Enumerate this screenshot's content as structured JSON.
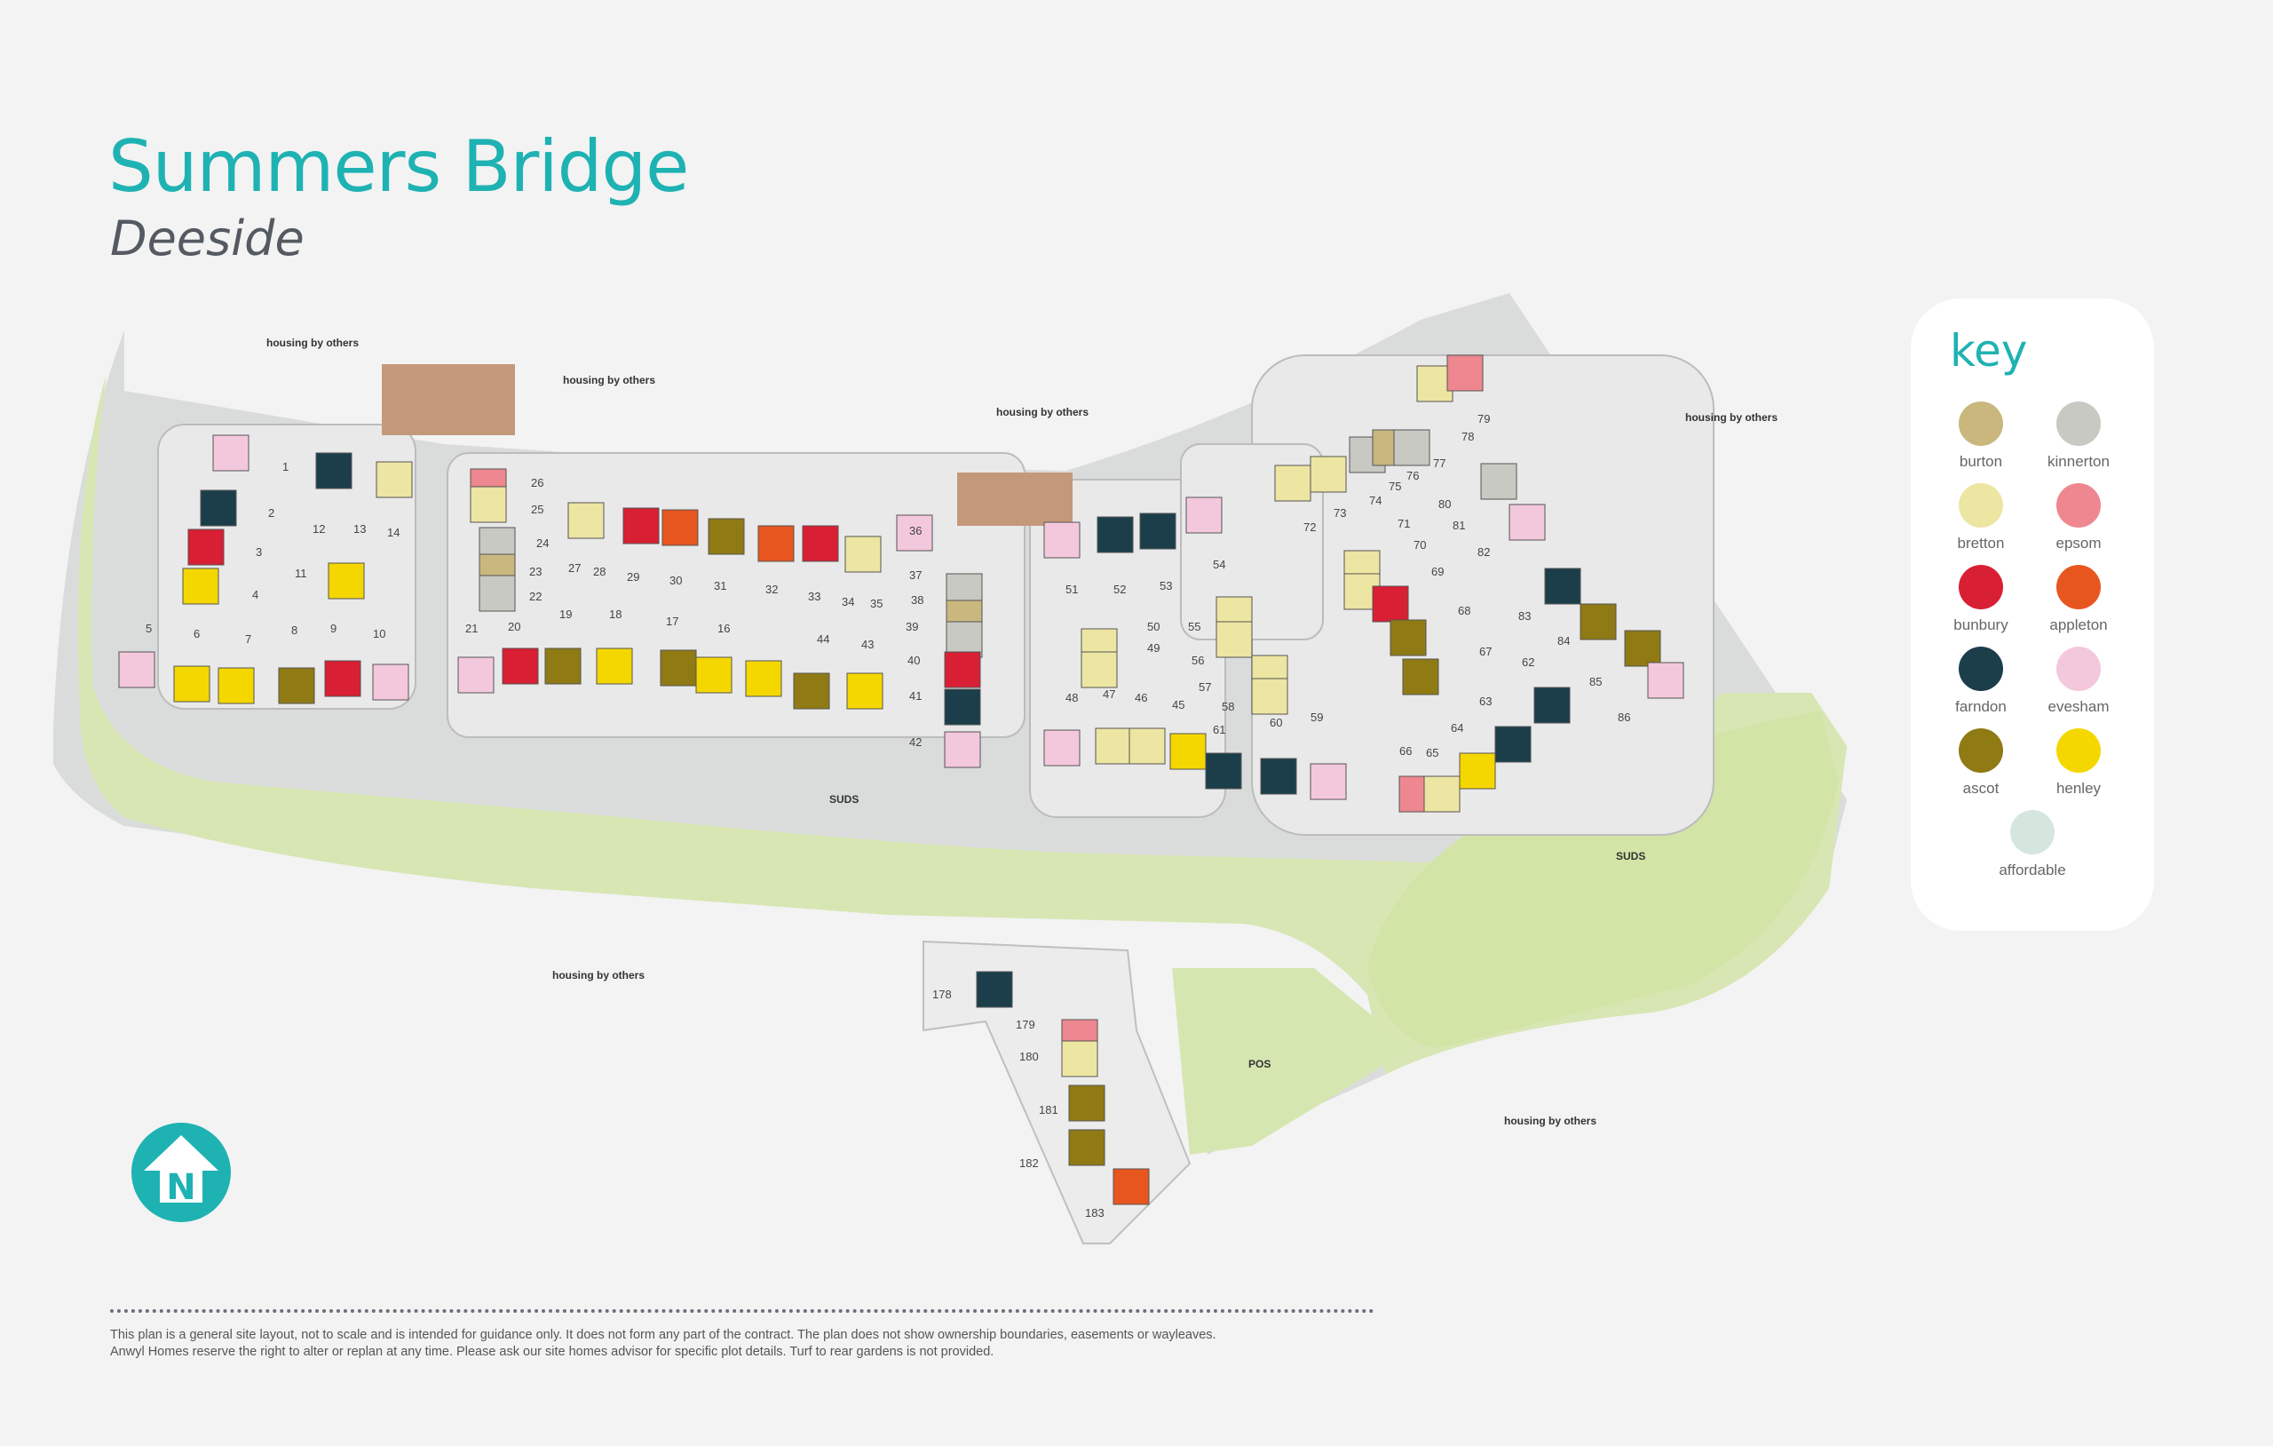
{
  "header": {
    "title": "Summers Bridge",
    "subtitle": "Deeside"
  },
  "map_labels": {
    "housing_1": "housing by others",
    "housing_2": "housing by others",
    "housing_3": "housing by others",
    "housing_4": "housing by others",
    "housing_5": "housing by others",
    "housing_6": "housing by others",
    "suds_1": "SUDS",
    "suds_2": "SUDS",
    "pos": "POS"
  },
  "key": {
    "title": "key",
    "items": [
      {
        "name": "burton",
        "color": "#c9b77e"
      },
      {
        "name": "kinnerton",
        "color": "#c8c9c2"
      },
      {
        "name": "bretton",
        "color": "#ede5a2"
      },
      {
        "name": "epsom",
        "color": "#ee8790"
      },
      {
        "name": "bunbury",
        "color": "#d81f33"
      },
      {
        "name": "appleton",
        "color": "#e8561f"
      },
      {
        "name": "farndon",
        "color": "#1b3e4a"
      },
      {
        "name": "evesham",
        "color": "#f3c8dc"
      },
      {
        "name": "ascot",
        "color": "#8f7a14"
      },
      {
        "name": "henley",
        "color": "#f5d700"
      },
      {
        "name": "affordable",
        "color": "#d5e6df"
      }
    ]
  },
  "plots": [
    {
      "n": "1",
      "house": "evesham"
    },
    {
      "n": "2",
      "house": "farndon"
    },
    {
      "n": "3",
      "house": "bunbury"
    },
    {
      "n": "4",
      "house": "henley"
    },
    {
      "n": "5",
      "house": ""
    },
    {
      "n": "6",
      "house": ""
    },
    {
      "n": "7",
      "house": ""
    },
    {
      "n": "8",
      "house": ""
    },
    {
      "n": "9",
      "house": ""
    },
    {
      "n": "10",
      "house": ""
    },
    {
      "n": "11",
      "house": ""
    },
    {
      "n": "12",
      "house": ""
    },
    {
      "n": "13",
      "house": ""
    },
    {
      "n": "14",
      "house": ""
    },
    {
      "n": "16",
      "house": ""
    },
    {
      "n": "17",
      "house": ""
    },
    {
      "n": "18",
      "house": ""
    },
    {
      "n": "19",
      "house": ""
    },
    {
      "n": "20",
      "house": ""
    },
    {
      "n": "21",
      "house": ""
    },
    {
      "n": "22",
      "house": ""
    },
    {
      "n": "23",
      "house": ""
    },
    {
      "n": "24",
      "house": ""
    },
    {
      "n": "25",
      "house": ""
    },
    {
      "n": "26",
      "house": ""
    },
    {
      "n": "27",
      "house": ""
    },
    {
      "n": "28",
      "house": ""
    },
    {
      "n": "29",
      "house": ""
    },
    {
      "n": "30",
      "house": ""
    },
    {
      "n": "31",
      "house": ""
    },
    {
      "n": "32",
      "house": ""
    },
    {
      "n": "33",
      "house": ""
    },
    {
      "n": "34",
      "house": ""
    },
    {
      "n": "35",
      "house": ""
    },
    {
      "n": "36",
      "house": ""
    },
    {
      "n": "37",
      "house": ""
    },
    {
      "n": "38",
      "house": ""
    },
    {
      "n": "39",
      "house": ""
    },
    {
      "n": "40",
      "house": ""
    },
    {
      "n": "41",
      "house": ""
    },
    {
      "n": "42",
      "house": ""
    },
    {
      "n": "43",
      "house": ""
    },
    {
      "n": "44",
      "house": ""
    },
    {
      "n": "45",
      "house": ""
    },
    {
      "n": "46",
      "house": ""
    },
    {
      "n": "47",
      "house": ""
    },
    {
      "n": "48",
      "house": ""
    },
    {
      "n": "49",
      "house": ""
    },
    {
      "n": "50",
      "house": ""
    },
    {
      "n": "51",
      "house": ""
    },
    {
      "n": "52",
      "house": ""
    },
    {
      "n": "53",
      "house": ""
    },
    {
      "n": "54",
      "house": ""
    },
    {
      "n": "55",
      "house": ""
    },
    {
      "n": "56",
      "house": ""
    },
    {
      "n": "57",
      "house": ""
    },
    {
      "n": "58",
      "house": ""
    },
    {
      "n": "59",
      "house": ""
    },
    {
      "n": "60",
      "house": ""
    },
    {
      "n": "61",
      "house": ""
    },
    {
      "n": "62",
      "house": ""
    },
    {
      "n": "63",
      "house": ""
    },
    {
      "n": "64",
      "house": ""
    },
    {
      "n": "65",
      "house": ""
    },
    {
      "n": "66",
      "house": ""
    },
    {
      "n": "67",
      "house": ""
    },
    {
      "n": "68",
      "house": ""
    },
    {
      "n": "69",
      "house": ""
    },
    {
      "n": "70",
      "house": ""
    },
    {
      "n": "71",
      "house": ""
    },
    {
      "n": "72",
      "house": ""
    },
    {
      "n": "73",
      "house": ""
    },
    {
      "n": "74",
      "house": ""
    },
    {
      "n": "75",
      "house": ""
    },
    {
      "n": "76",
      "house": ""
    },
    {
      "n": "77",
      "house": ""
    },
    {
      "n": "78",
      "house": ""
    },
    {
      "n": "79",
      "house": ""
    },
    {
      "n": "80",
      "house": ""
    },
    {
      "n": "81",
      "house": ""
    },
    {
      "n": "82",
      "house": ""
    },
    {
      "n": "83",
      "house": ""
    },
    {
      "n": "84",
      "house": ""
    },
    {
      "n": "85",
      "house": ""
    },
    {
      "n": "86",
      "house": ""
    },
    {
      "n": "178",
      "house": ""
    },
    {
      "n": "179",
      "house": ""
    },
    {
      "n": "180",
      "house": ""
    },
    {
      "n": "181",
      "house": ""
    },
    {
      "n": "182",
      "house": ""
    },
    {
      "n": "183",
      "house": ""
    }
  ],
  "disclaimer": "This plan is a general site layout, not to scale and is intended for guidance only. It does not form any part of the contract. The plan does not show ownership boundaries, easements or wayleaves. Anwyl Homes reserve the right to alter or replan at any time. Please ask our site homes advisor for specific plot details. Turf to rear gardens is not provided.",
  "north_label": "N"
}
